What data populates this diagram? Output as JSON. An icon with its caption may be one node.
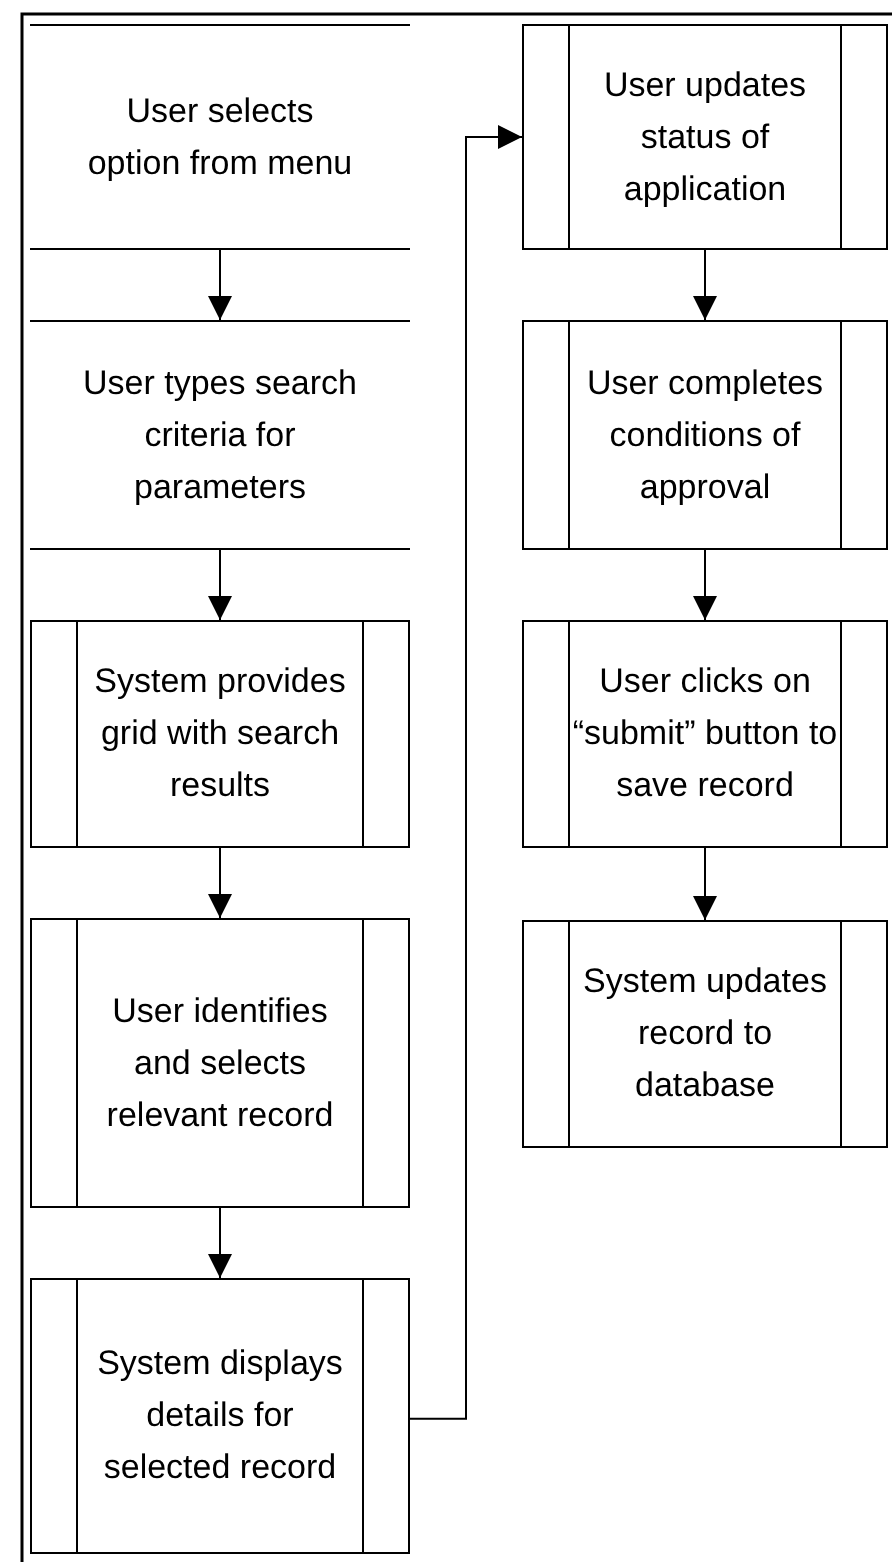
{
  "diagram": {
    "nodes": [
      {
        "text": [
          "User selects option from menu"
        ]
      },
      {
        "text": [
          "User types search criteria for parameters"
        ]
      },
      {
        "text": [
          "System provides grid with search results"
        ]
      },
      {
        "text": [
          "User identifies and selects relevant record"
        ]
      },
      {
        "text": [
          "System displays details for selected record"
        ]
      },
      {
        "text": [
          "User updates status of application"
        ]
      },
      {
        "text": [
          "User completes conditions of approval"
        ]
      },
      {
        "text": [
          "User clicks on “submit” button to save record"
        ]
      },
      {
        "text": [
          "System updates record to database"
        ]
      }
    ],
    "edges": [
      {
        "from": 0,
        "to": 1,
        "arrow": "to"
      },
      {
        "from": 1,
        "to": 2,
        "arrow": "to"
      },
      {
        "from": 2,
        "to": 3,
        "arrow": "to"
      },
      {
        "from": 3,
        "to": 4,
        "arrow": "to"
      },
      {
        "from": 4,
        "to": 5,
        "arrow": "to"
      },
      {
        "from": 5,
        "to": 6,
        "arrow": "to"
      },
      {
        "from": 6,
        "to": 7,
        "arrow": "to"
      },
      {
        "from": 7,
        "to": 8,
        "arrow": "to"
      }
    ]
  }
}
